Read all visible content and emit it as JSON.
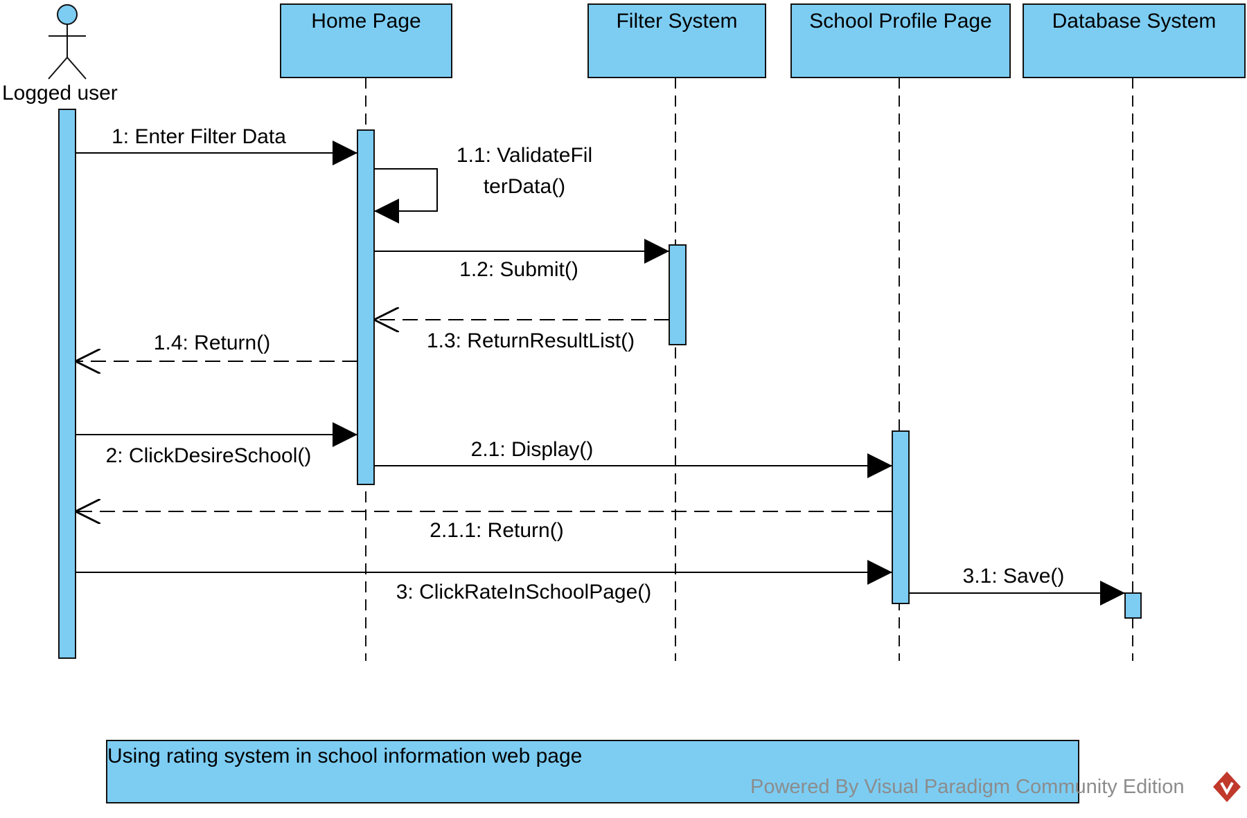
{
  "actor": {
    "label": "Logged user"
  },
  "lifelines": [
    {
      "id": "home",
      "label": "Home Page"
    },
    {
      "id": "filter",
      "label": "Filter System"
    },
    {
      "id": "profile",
      "label": "School Profile Page"
    },
    {
      "id": "database",
      "label": "Database System"
    }
  ],
  "messages": [
    {
      "id": "m1",
      "label": "1: Enter Filter Data",
      "kind": "sync",
      "from": "Logged user",
      "to": "Home Page"
    },
    {
      "id": "m1_1",
      "label": "1.1: ValidateFilterData()",
      "kind": "self",
      "from": "Home Page",
      "to": "Home Page"
    },
    {
      "id": "m1_2",
      "label": "1.2: Submit()",
      "kind": "sync",
      "from": "Home Page",
      "to": "Filter System"
    },
    {
      "id": "m1_3",
      "label": "1.3: ReturnResultList()",
      "kind": "return",
      "from": "Filter System",
      "to": "Home Page"
    },
    {
      "id": "m1_4",
      "label": "1.4: Return()",
      "kind": "return",
      "from": "Home Page",
      "to": "Logged user"
    },
    {
      "id": "m2",
      "label": "2: ClickDesireSchool()",
      "kind": "sync",
      "from": "Logged user",
      "to": "Home Page"
    },
    {
      "id": "m2_1",
      "label": "2.1: Display()",
      "kind": "sync",
      "from": "Home Page",
      "to": "School Profile Page"
    },
    {
      "id": "m2_1_1",
      "label": "2.1.1: Return()",
      "kind": "return",
      "from": "School Profile Page",
      "to": "Logged user"
    },
    {
      "id": "m3",
      "label": "3: ClickRateInSchoolPage()",
      "kind": "sync",
      "from": "Logged user",
      "to": "School Profile Page"
    },
    {
      "id": "m3_1",
      "label": "3.1: Save()",
      "kind": "sync",
      "from": "School Profile Page",
      "to": "Database System"
    }
  ],
  "note": {
    "text": "Using rating system in school information web page"
  },
  "watermark": {
    "text": "Powered By  Visual Paradigm Community Edition",
    "icon": "visual-paradigm-logo-icon"
  },
  "colors": {
    "fill": "#7dcdf3",
    "stroke": "#111111",
    "watermark": "#8c8c8c",
    "logo": "#c0392b"
  }
}
